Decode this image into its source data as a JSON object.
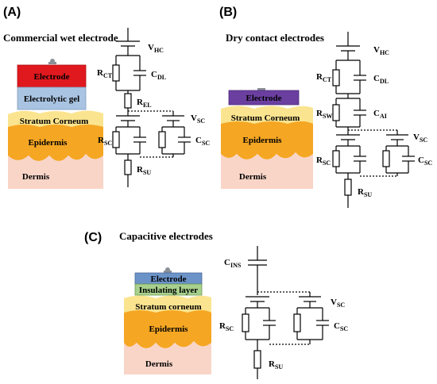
{
  "panels": {
    "a": {
      "label": "(A)",
      "title": "Commercial wet electrode",
      "layers": {
        "electrode": "Electrode",
        "gel": "Electrolytic gel",
        "stratum": "Stratum Corneum",
        "epidermis": "Epidermis",
        "dermis": "Dermis"
      },
      "components": {
        "vhc": "V",
        "vhc_sub": "HC",
        "rct": "R",
        "rct_sub": "CT",
        "cdl": "C",
        "cdl_sub": "DL",
        "rel": "R",
        "rel_sub": "EL",
        "vsc": "V",
        "vsc_sub": "SC",
        "rsc": "R",
        "rsc_sub": "SC",
        "csc": "C",
        "csc_sub": "SC",
        "rsu": "R",
        "rsu_sub": "SU"
      }
    },
    "b": {
      "label": "(B)",
      "title": "Dry contact electrodes",
      "layers": {
        "electrode": "Electrode",
        "stratum": "Stratum Corneum",
        "epidermis": "Epidermis",
        "dermis": "Dermis"
      },
      "components": {
        "vhc": "V",
        "vhc_sub": "HC",
        "rct": "R",
        "rct_sub": "CT",
        "cdl": "C",
        "cdl_sub": "DL",
        "rsw": "R",
        "rsw_sub": "SW",
        "cai": "C",
        "cai_sub": "AI",
        "vsc": "V",
        "vsc_sub": "SC",
        "rsc": "R",
        "rsc_sub": "SC",
        "csc": "C",
        "csc_sub": "SC",
        "rsu": "R",
        "rsu_sub": "SU"
      }
    },
    "c": {
      "label": "(C)",
      "title": "Capacitive electrodes",
      "layers": {
        "electrode": "Electrode",
        "insulating": "Insulating layer",
        "stratum": "Stratum corneum",
        "epidermis": "Epidermis",
        "dermis": "Dermis"
      },
      "components": {
        "cins": "C",
        "cins_sub": "INS",
        "vsc": "V",
        "vsc_sub": "SC",
        "rsc": "R",
        "rsc_sub": "SC",
        "csc": "C",
        "csc_sub": "SC",
        "rsu": "R",
        "rsu_sub": "SU"
      }
    }
  },
  "colors": {
    "electrode_red": "#e0191e",
    "electrode_purple": "#6b3fa0",
    "electrode_blue": "#6b93c8",
    "gel": "#a9c4e2",
    "insulating": "#a8d08d",
    "stratum": "#fbe48f",
    "epidermis": "#f5a623",
    "dermis": "#f9d5c8",
    "connector": "#8a8f98"
  }
}
